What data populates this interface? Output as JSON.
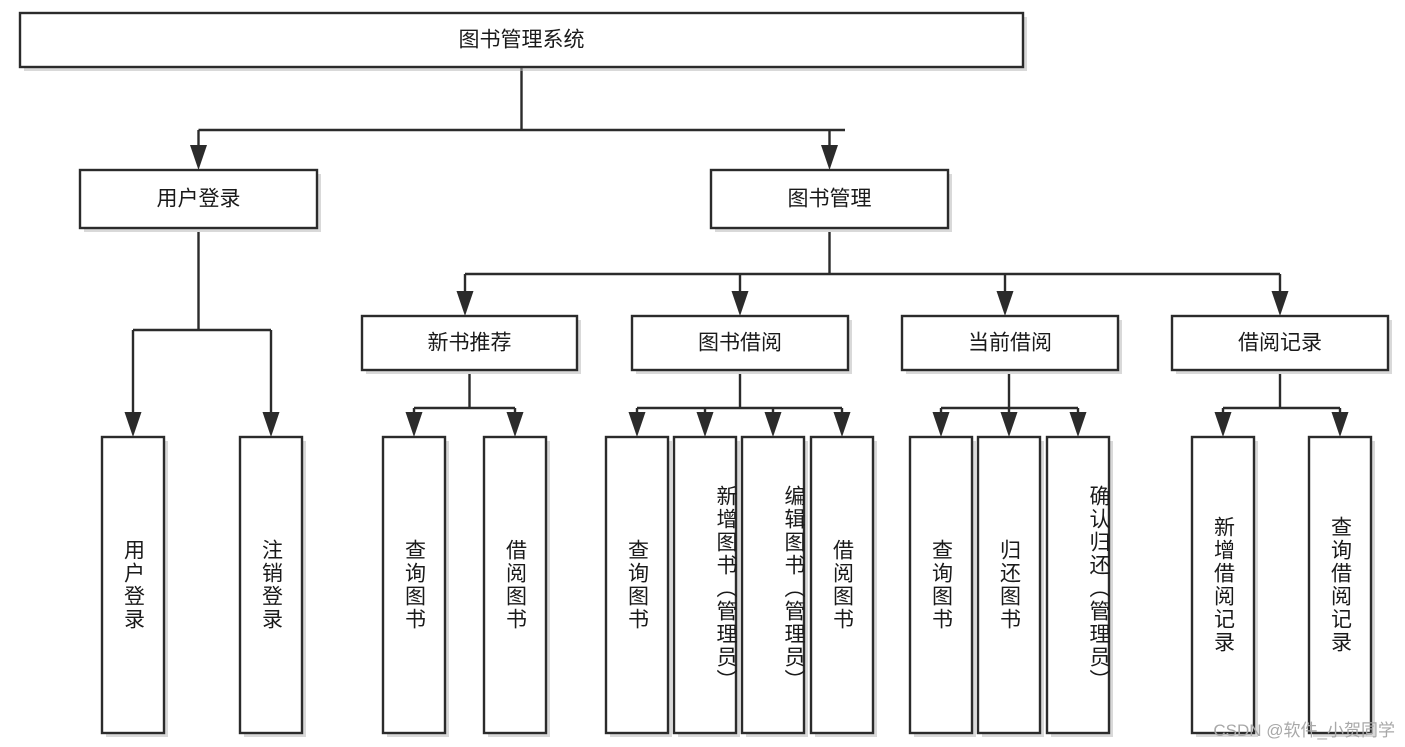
{
  "diagram": {
    "type": "tree-hierarchy",
    "title": "图书管理系统",
    "orientation": "top-down",
    "colors": {
      "box_stroke": "#2b2b2b",
      "box_fill": "#ffffff",
      "connector": "#2b2b2b",
      "text": "#1a1a1a",
      "background": "#ffffff",
      "watermark": "#a8a8a8"
    },
    "root": {
      "id": "root",
      "label": "图书管理系统"
    },
    "level2": [
      {
        "id": "n-user-login",
        "label": "用户登录"
      },
      {
        "id": "n-book-mgmt",
        "label": "图书管理"
      }
    ],
    "level3": [
      {
        "id": "n-new-book-rec",
        "label": "新书推荐",
        "parent": "n-book-mgmt"
      },
      {
        "id": "n-book-borrow",
        "label": "图书借阅",
        "parent": "n-book-mgmt"
      },
      {
        "id": "n-current-borrow",
        "label": "当前借阅",
        "parent": "n-book-mgmt"
      },
      {
        "id": "n-borrow-record",
        "label": "借阅记录",
        "parent": "n-book-mgmt"
      }
    ],
    "leaves": [
      {
        "id": "l-user-login",
        "label": "用户登录",
        "parent": "n-user-login"
      },
      {
        "id": "l-logout",
        "label": "注销登录",
        "parent": "n-user-login"
      },
      {
        "id": "l-query-book-1",
        "label": "查询图书",
        "parent": "n-new-book-rec"
      },
      {
        "id": "l-borrow-book-1",
        "label": "借阅图书",
        "parent": "n-new-book-rec"
      },
      {
        "id": "l-query-book-2",
        "label": "查询图书",
        "parent": "n-book-borrow"
      },
      {
        "id": "l-add-book",
        "label": "新增图书（管理员）",
        "parent": "n-book-borrow"
      },
      {
        "id": "l-edit-book",
        "label": "编辑图书（管理员）",
        "parent": "n-book-borrow"
      },
      {
        "id": "l-borrow-book-2",
        "label": "借阅图书",
        "parent": "n-book-borrow"
      },
      {
        "id": "l-query-book-3",
        "label": "查询图书",
        "parent": "n-current-borrow"
      },
      {
        "id": "l-return-book",
        "label": "归还图书",
        "parent": "n-current-borrow"
      },
      {
        "id": "l-confirm-return",
        "label": "确认归还（管理员）",
        "parent": "n-current-borrow"
      },
      {
        "id": "l-add-record",
        "label": "新增借阅记录",
        "parent": "n-borrow-record"
      },
      {
        "id": "l-query-record",
        "label": "查询借阅记录",
        "parent": "n-borrow-record"
      }
    ]
  },
  "watermark": {
    "text": "CSDN @软件_小贺同学"
  }
}
